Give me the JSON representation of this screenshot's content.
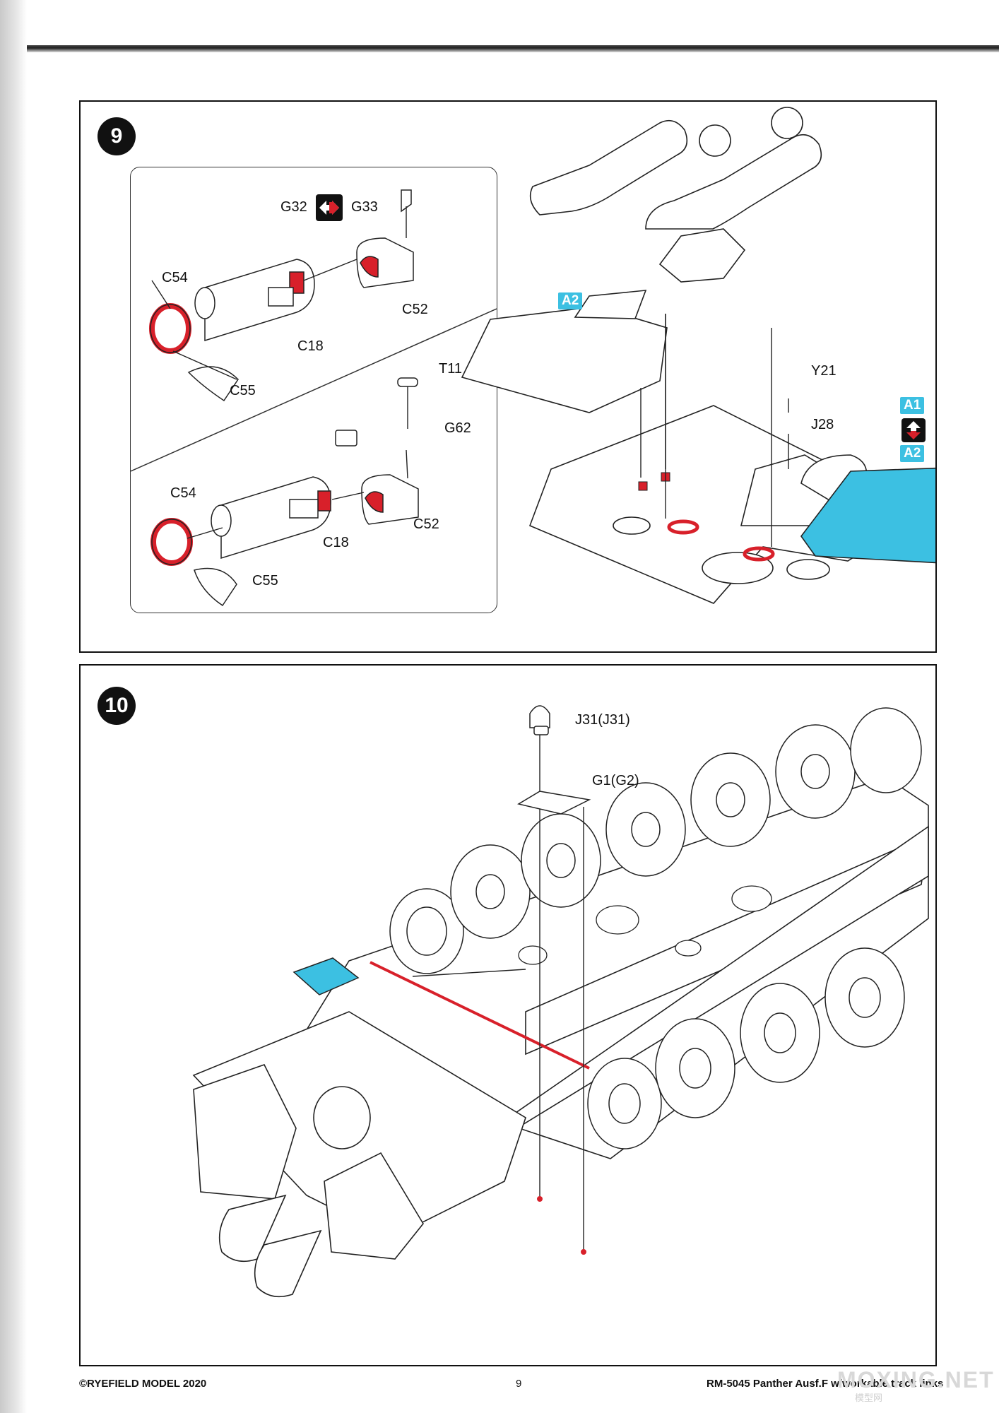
{
  "colors": {
    "accent_blue": "#3cc0e2",
    "part_red": "#d8202a",
    "ink": "#111111"
  },
  "steps": [
    {
      "number": "9"
    },
    {
      "number": "10"
    }
  ],
  "step9": {
    "inset_top": {
      "c54": "C54",
      "c55": "C55",
      "c18": "C18",
      "c52": "C52",
      "g32": "G32",
      "g33": "G33"
    },
    "inset_bottom": {
      "c54": "C54",
      "c55": "C55",
      "c18": "C18",
      "c52": "C52",
      "t11": "T11",
      "g62": "G62"
    },
    "main": {
      "a2_left": "A2",
      "a1": "A1",
      "a2_right": "A2",
      "y21": "Y21",
      "j28": "J28"
    }
  },
  "step10": {
    "j31": "J31(J31)",
    "g1": "G1(G2)"
  },
  "footer": {
    "copyright": "©RYEFIELD MODEL 2020",
    "page_number": "9",
    "product": "RM-5045  Panther Ausf.F w/workable track links"
  },
  "watermark": {
    "main": "MOXING.NET",
    "sub": "模型网"
  }
}
